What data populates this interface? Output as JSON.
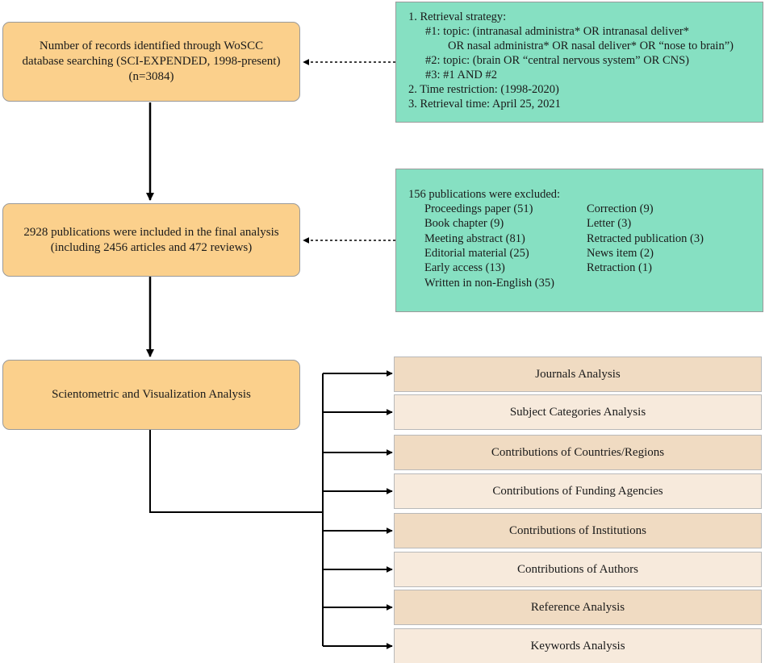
{
  "flow": {
    "step1": {
      "line1": "Number of records identified through WoSCC",
      "line2": "database searching (SCI-EXPENDED, 1998-present)",
      "line3": "(n=3084)"
    },
    "step2": {
      "line1": "2928 publications were included in the final analysis",
      "line2": "(including 2456 articles and 472 reviews)"
    },
    "step3": {
      "label": "Scientometric and Visualization Analysis"
    }
  },
  "retrieval": {
    "l1": "1.  Retrieval strategy:",
    "l2": "#1: topic: (intranasal administra* OR intranasal deliver*",
    "l3": "OR nasal administra* OR nasal deliver* OR “nose to brain”)",
    "l4": "#2: topic: (brain OR  “central nervous system” OR CNS)",
    "l5": "#3: #1 AND #2",
    "l6": "2.  Time restriction: (1998-2020)",
    "l7": "3.  Retrieval time: April 25, 2021"
  },
  "excluded": {
    "title": "156 publications were excluded:",
    "left": [
      "Proceedings paper (51)",
      "Book chapter (9)",
      "Meeting abstract (81)",
      "Editorial material (25)",
      "Early access (13)",
      "Written in non-English (35)"
    ],
    "right": [
      "Correction (9)",
      "Letter (3)",
      "Retracted publication (3)",
      "News item (2)",
      "Retraction (1)"
    ]
  },
  "analyses": [
    "Journals Analysis",
    "Subject Categories Analysis",
    "Contributions of Countries/Regions",
    "Contributions of Funding Agencies",
    "Contributions of Institutions",
    "Contributions of Authors",
    "Reference Analysis",
    "Keywords Analysis"
  ],
  "colors": {
    "flow_box": "#fbd08c",
    "info_box": "#86e0c2",
    "analysis_dark": "#f0dbc2",
    "analysis_light": "#f7eadc"
  }
}
